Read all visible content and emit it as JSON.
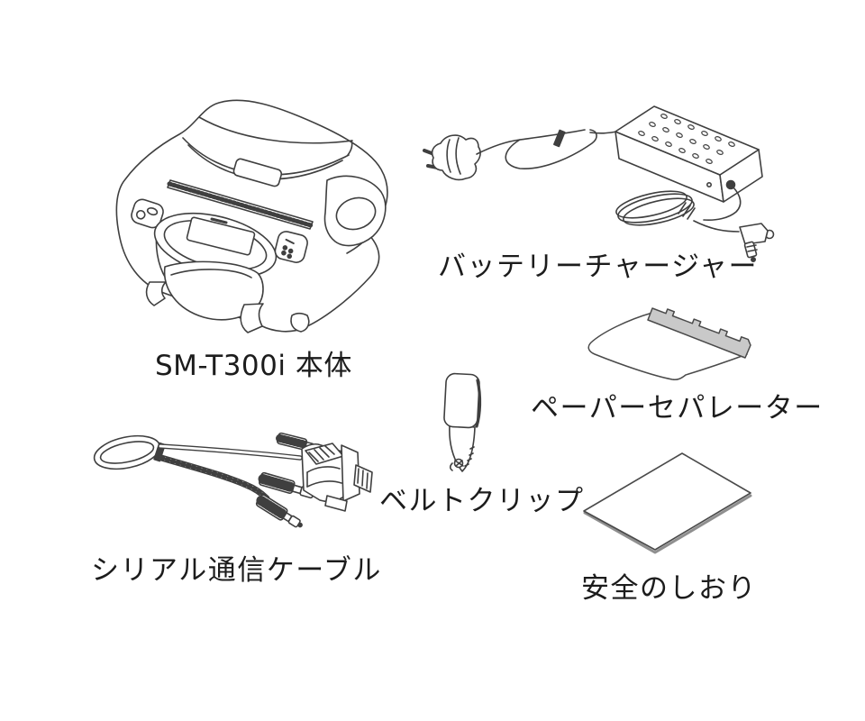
{
  "page": {
    "background": "#ffffff"
  },
  "colors": {
    "line": "#3f3f3f",
    "text": "#1c1c1c",
    "separator_fill": "#c9c9c9",
    "edge_shadow": "#8f8f8f"
  },
  "items": [
    {
      "id": "printer",
      "label": "SM-T300i 本体",
      "illustration": "portable-printer-line-art"
    },
    {
      "id": "battery-charger",
      "label": "バッテリーチャージャー",
      "illustration": "ac-adapter-with-cables-line-art"
    },
    {
      "id": "paper-separator",
      "label": "ペーパーセパレーター",
      "illustration": "paper-separator-tray-line-art"
    },
    {
      "id": "belt-clip",
      "label": "ベルトクリップ",
      "illustration": "belt-clip-line-art"
    },
    {
      "id": "serial-cable",
      "label": "シリアル通信ケーブル",
      "illustration": "serial-cable-dsub-line-art"
    },
    {
      "id": "safety-leaflet",
      "label": "安全のしおり",
      "illustration": "flat-booklet-line-art"
    }
  ]
}
